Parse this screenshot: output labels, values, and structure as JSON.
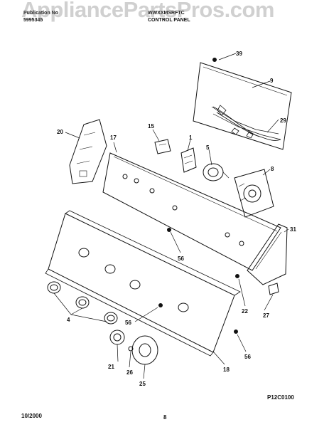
{
  "header": {
    "publication_label": "Publication No",
    "publication_number": "5995345",
    "model": "WWXXMSRFTC",
    "section": "CONTROL PANEL"
  },
  "watermark": "AppliancePartsPros.com",
  "figure_code": "P12C0100",
  "footer": {
    "date": "10/2000",
    "page": "8"
  },
  "callouts": {
    "c39": "39",
    "c9": "9",
    "c29": "29",
    "c20": "20",
    "c17": "17",
    "c15": "15",
    "c1": "1",
    "c5": "5",
    "c8": "8",
    "c31": "31",
    "c56a": "56",
    "c4": "4",
    "c22": "22",
    "c27": "27",
    "c56b": "56",
    "c56c": "56",
    "c21": "21",
    "c26": "26",
    "c25": "25",
    "c18": "18"
  }
}
